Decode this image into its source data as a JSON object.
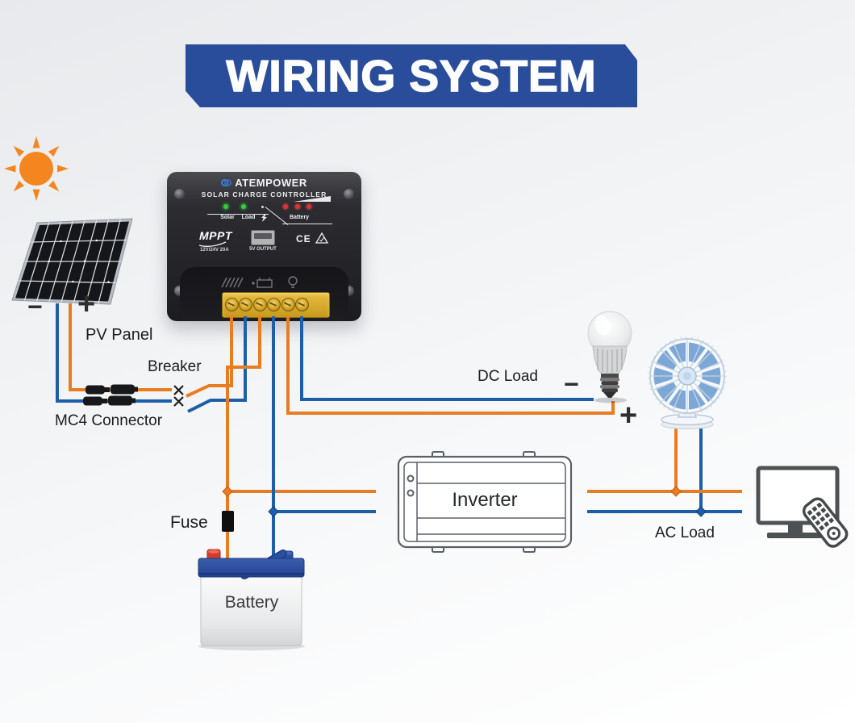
{
  "banner": {
    "title": "WIRING SYSTEM",
    "bg_color": "#2a4d9b",
    "text_color": "#ffffff"
  },
  "controller": {
    "brand": "ATEMPOWER",
    "subtitle": "SOLAR CHARGE CONTROLLER",
    "led_solar_label": "Solar",
    "led_load_label": "Load",
    "led_battery_label": "Battery",
    "mppt_label": "MPPT",
    "rating": "12V/24V 20A",
    "usb_label": "5V OUTPUT",
    "ce_mark": "CE"
  },
  "labels": {
    "pv_panel": "PV Panel",
    "breaker": "Breaker",
    "mc4_connector": "MC4 Connector",
    "dc_load": "DC Load",
    "ac_load": "AC Load",
    "fuse": "Fuse",
    "inverter": "Inverter",
    "battery": "Battery"
  },
  "signs": {
    "pv_minus": "−",
    "pv_plus": "+",
    "dc_minus": "−",
    "dc_plus": "+"
  },
  "colors": {
    "wire_positive": "#e87c22",
    "wire_negative": "#1e5ea8",
    "banner_blue": "#2a4d9b",
    "sun_orange": "#f5861f",
    "battery_top_blue": "#2d4f9e",
    "terminal_block_amber": "#d9a92c",
    "led_green": "#35c93f",
    "led_red": "#e03030"
  }
}
